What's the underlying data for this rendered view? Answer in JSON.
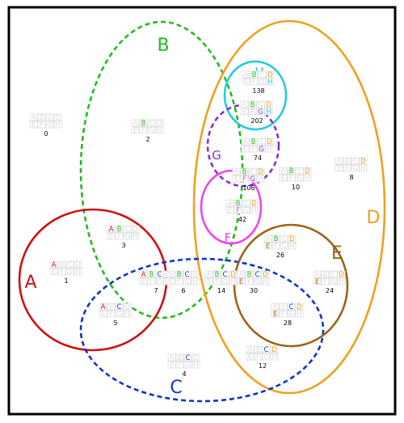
{
  "letters": [
    "A",
    "B",
    "C",
    "D",
    "E",
    "F",
    "G",
    "H"
  ],
  "colors": {
    "A": "#cc1111",
    "B": "#22bb22",
    "C": "#1133cc",
    "D": "#f0a020",
    "E": "#9c6416",
    "F": "#ee44ee",
    "G": "#8833cc",
    "H": "#22ccdd",
    "inactive": "#dddddd",
    "frame": "#000000"
  },
  "sets": [
    {
      "name": "A",
      "label": "A",
      "stroke": "#cc1111",
      "dashed": false
    },
    {
      "name": "B",
      "label": "B",
      "stroke": "#22bb22",
      "dashed": true
    },
    {
      "name": "C",
      "label": "C",
      "stroke": "#1133cc",
      "dashed": true
    },
    {
      "name": "D",
      "label": "D",
      "stroke": "#f0a020",
      "dashed": false
    },
    {
      "name": "E",
      "label": "E",
      "stroke": "#9c6416",
      "dashed": false
    },
    {
      "name": "F",
      "label": "F",
      "stroke": "#ee44ee",
      "dashed": false
    },
    {
      "name": "G",
      "label": "G",
      "stroke": "#8833cc",
      "dashed": true
    },
    {
      "name": "H",
      "label": "H",
      "stroke": "#22ccdd",
      "dashed": false
    }
  ],
  "regions": [
    {
      "number": "0",
      "active": ""
    },
    {
      "number": "1",
      "active": "A"
    },
    {
      "number": "2",
      "active": "B"
    },
    {
      "number": "3",
      "active": "AB"
    },
    {
      "number": "4",
      "active": "C"
    },
    {
      "number": "5",
      "active": "AC"
    },
    {
      "number": "6",
      "active": "BC"
    },
    {
      "number": "7",
      "active": "ABC"
    },
    {
      "number": "8",
      "active": "D"
    },
    {
      "number": "10",
      "active": "BD"
    },
    {
      "number": "12",
      "active": "CD"
    },
    {
      "number": "14",
      "active": "BCD"
    },
    {
      "number": "24",
      "active": "DE"
    },
    {
      "number": "26",
      "active": "BDE"
    },
    {
      "number": "28",
      "active": "CDE"
    },
    {
      "number": "30",
      "active": "BCDE"
    },
    {
      "number": "42",
      "active": "BDF"
    },
    {
      "number": "74",
      "active": "BDG"
    },
    {
      "number": "106",
      "active": "BDFG"
    },
    {
      "number": "138",
      "active": "BDH"
    },
    {
      "number": "202",
      "active": "BDGH"
    }
  ]
}
